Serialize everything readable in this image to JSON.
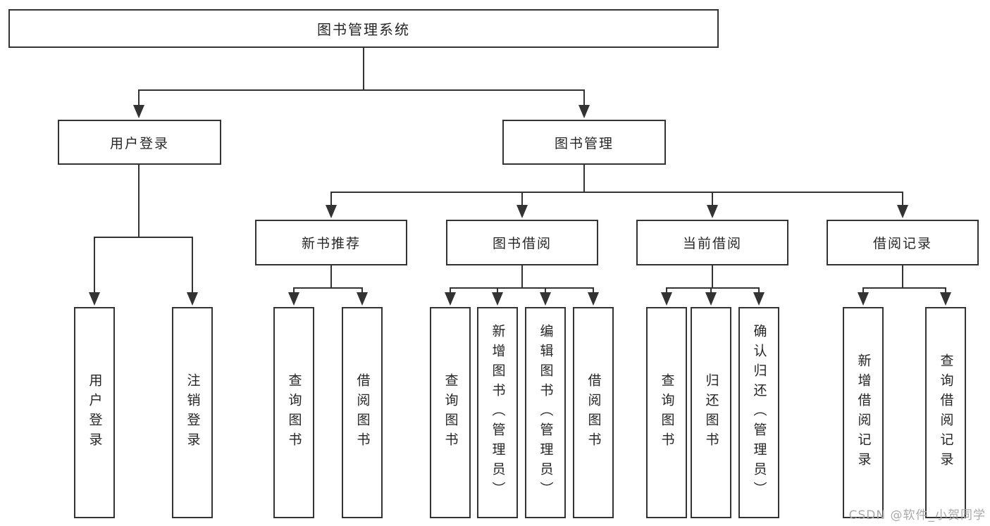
{
  "diagram": {
    "root": {
      "label": "图书管理系统"
    },
    "branches": [
      {
        "label": "用户登录",
        "children": [
          "用户登录",
          "注销登录"
        ]
      },
      {
        "label": "图书管理",
        "groups": [
          {
            "label": "新书推荐",
            "children": [
              "查询图书",
              "借阅图书"
            ]
          },
          {
            "label": "图书借阅",
            "children": [
              "查询图书",
              "新增图书（管理员）",
              "编辑图书（管理员）",
              "借阅图书"
            ]
          },
          {
            "label": "当前借阅",
            "children": [
              "查询图书",
              "归还图书",
              "确认归还（管理员）"
            ]
          },
          {
            "label": "借阅记录",
            "children": [
              "新增借阅记录",
              "查询借阅记录"
            ]
          }
        ]
      }
    ]
  },
  "watermark": {
    "text": "CSDN @软件_小贺同学"
  },
  "colors": {
    "line": "#333333",
    "box_border": "#333333",
    "text": "#262626",
    "watermark": "#a9a9a9",
    "background": "#ffffff"
  }
}
